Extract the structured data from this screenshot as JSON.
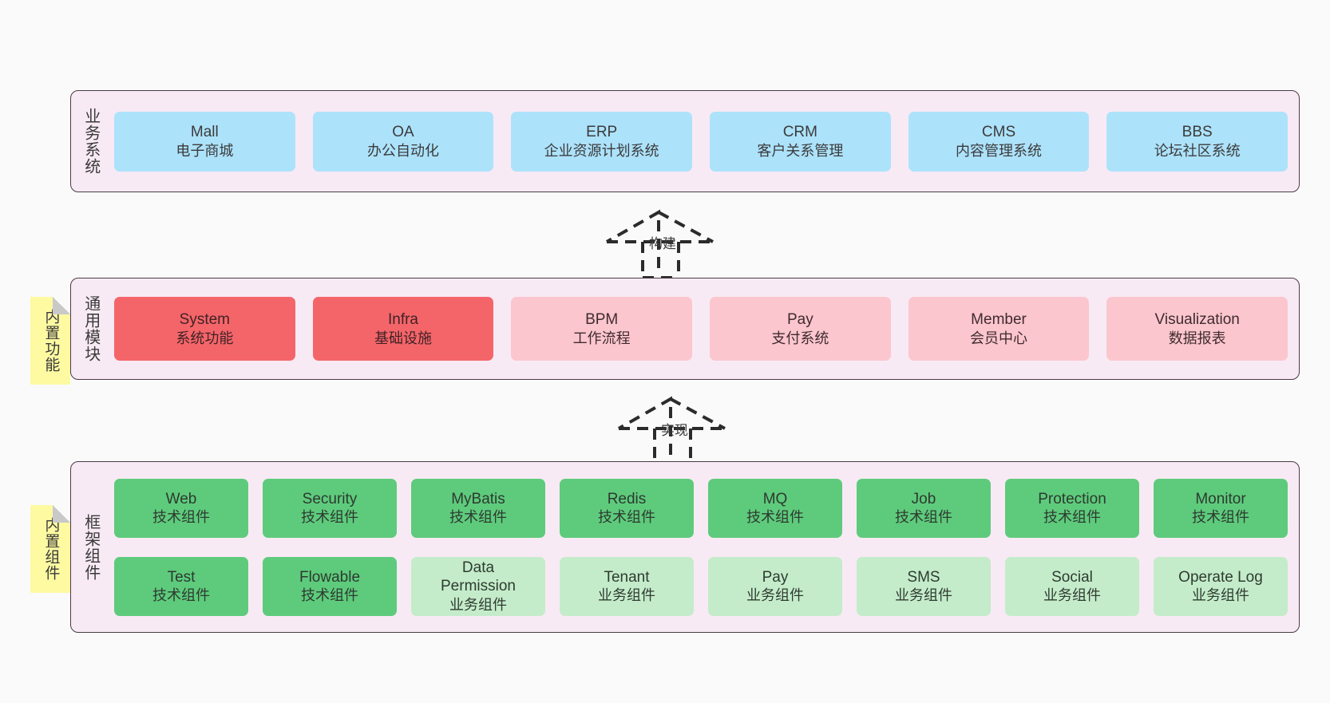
{
  "diagram": {
    "background_color": "#fafafa",
    "panel_color": "#f8eaf4",
    "note_color": "#fdfaa2",
    "layers": [
      {
        "id": "business",
        "title": "业务系统",
        "rows": [
          [
            {
              "name": "Mall",
              "desc": "电子商城",
              "style": "blue"
            },
            {
              "name": "OA",
              "desc": "办公自动化",
              "style": "blue"
            },
            {
              "name": "ERP",
              "desc": "企业资源计划系统",
              "style": "blue"
            },
            {
              "name": "CRM",
              "desc": "客户关系管理",
              "style": "blue"
            },
            {
              "name": "CMS",
              "desc": "内容管理系统",
              "style": "blue"
            },
            {
              "name": "BBS",
              "desc": "论坛社区系统",
              "style": "blue"
            }
          ]
        ]
      },
      {
        "id": "common-module",
        "title": "通用模块",
        "note": "内置功能",
        "rows": [
          [
            {
              "name": "System",
              "desc": "系统功能",
              "style": "red"
            },
            {
              "name": "Infra",
              "desc": "基础设施",
              "style": "red"
            },
            {
              "name": "BPM",
              "desc": "工作流程",
              "style": "pink"
            },
            {
              "name": "Pay",
              "desc": "支付系统",
              "style": "pink"
            },
            {
              "name": "Member",
              "desc": "会员中心",
              "style": "pink"
            },
            {
              "name": "Visualization",
              "desc": "数据报表",
              "style": "pink"
            }
          ]
        ]
      },
      {
        "id": "framework",
        "title": "框架组件",
        "note": "内置组件",
        "rows": [
          [
            {
              "name": "Web",
              "desc": "技术组件",
              "style": "green"
            },
            {
              "name": "Security",
              "desc": "技术组件",
              "style": "green"
            },
            {
              "name": "MyBatis",
              "desc": "技术组件",
              "style": "green"
            },
            {
              "name": "Redis",
              "desc": "技术组件",
              "style": "green"
            },
            {
              "name": "MQ",
              "desc": "技术组件",
              "style": "green"
            },
            {
              "name": "Job",
              "desc": "技术组件",
              "style": "green"
            },
            {
              "name": "Protection",
              "desc": "技术组件",
              "style": "green"
            },
            {
              "name": "Monitor",
              "desc": "技术组件",
              "style": "green"
            }
          ],
          [
            {
              "name": "Test",
              "desc": "技术组件",
              "style": "green"
            },
            {
              "name": "Flowable",
              "desc": "技术组件",
              "style": "green"
            },
            {
              "name": "Data Permission",
              "desc": "业务组件",
              "style": "lightgreen"
            },
            {
              "name": "Tenant",
              "desc": "业务组件",
              "style": "lightgreen"
            },
            {
              "name": "Pay",
              "desc": "业务组件",
              "style": "lightgreen"
            },
            {
              "name": "SMS",
              "desc": "业务组件",
              "style": "lightgreen"
            },
            {
              "name": "Social",
              "desc": "业务组件",
              "style": "lightgreen"
            },
            {
              "name": "Operate Log",
              "desc": "业务组件",
              "style": "lightgreen"
            }
          ]
        ]
      }
    ],
    "connectors": [
      {
        "id": "build",
        "label": "构建",
        "from": "common-module",
        "to": "business",
        "line_style": "dashed",
        "arrow": "hollow-triangle"
      },
      {
        "id": "implement",
        "label": "实现",
        "from": "framework",
        "to": "common-module",
        "line_style": "dashed",
        "arrow": "hollow-triangle"
      }
    ]
  }
}
